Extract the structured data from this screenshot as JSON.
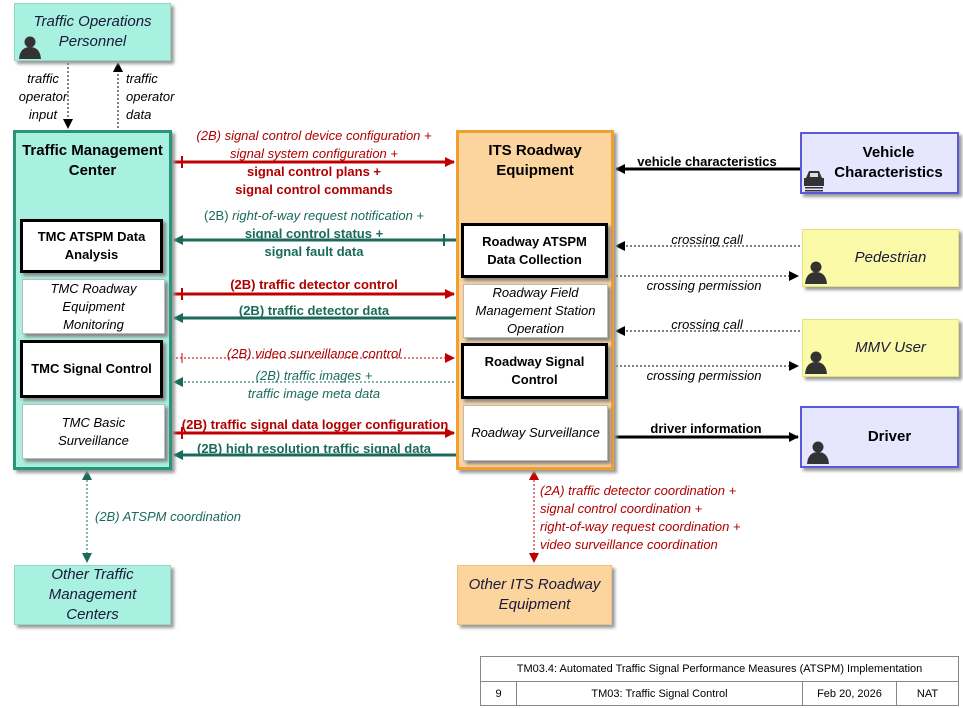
{
  "external": {
    "top_op_line1": "Traffic Operations",
    "top_op_line2": "Personnel",
    "vehicle_line1": "Vehicle",
    "vehicle_line2": "Characteristics",
    "pedestrian": "Pedestrian",
    "mmv_user": "MMV User",
    "driver": "Driver",
    "other_tmc_line1": "Other Traffic",
    "other_tmc_line2": "Management",
    "other_tmc_line3": "Centers",
    "other_its_line1": "Other ITS Roadway",
    "other_its_line2": "Equipment"
  },
  "tmc": {
    "title_line1": "Traffic Management",
    "title_line2": "Center",
    "atspm_line1": "TMC ATSPM Data",
    "atspm_line2": "Analysis",
    "roadway_line1": "TMC Roadway",
    "roadway_line2": "Equipment",
    "roadway_line3": "Monitoring",
    "signal": "TMC Signal Control",
    "surv_line1": "TMC Basic",
    "surv_line2": "Surveillance"
  },
  "its": {
    "title_line1": "ITS Roadway",
    "title_line2": "Equipment",
    "atspm_line1": "Roadway ATSPM",
    "atspm_line2": "Data Collection",
    "field_line1": "Roadway Field",
    "field_line2": "Management Station",
    "field_line3": "Operation",
    "signal_line1": "Roadway Signal",
    "signal_line2": "Control",
    "surv": "Roadway Surveillance"
  },
  "flows": {
    "op_input_1": "traffic",
    "op_input_2": "operator",
    "op_input_3": "input",
    "op_data_1": "traffic",
    "op_data_2": "operator",
    "op_data_3": "data",
    "cfg_prefix": "(2B) ",
    "cfg_1": "signal control device configuration +",
    "cfg_2": "signal system configuration +",
    "cfg_3": "signal control plans +",
    "cfg_4": "signal control commands",
    "row_prefix": "(2B) ",
    "row_1": "right-of-way request notification +",
    "row_2": "signal control status +",
    "row_3": "signal fault data",
    "det_ctrl": "(2B) traffic detector control",
    "det_data": "(2B) traffic detector data",
    "video_ctrl": "(2B) video surveillance control",
    "images_1": "(2B) traffic images +",
    "images_2": "traffic image meta data",
    "logger_cfg": "(2B) traffic signal data logger configuration",
    "hires": "(2B) high resolution traffic signal data",
    "vehicle_char": "vehicle characteristics",
    "crossing_call_1": "crossing call",
    "crossing_perm_1": "crossing permission",
    "crossing_call_2": "crossing call",
    "crossing_perm_2": "crossing permission",
    "driver_info": "driver information",
    "atspm_coord": "(2B) ATSPM coordination",
    "coord_1": "(2A) traffic detector coordination +",
    "coord_2": "signal control coordination +",
    "coord_3": "right-of-way request coordination +",
    "coord_4": "video surveillance coordination"
  },
  "footer": {
    "title": "TM03.4: Automated Traffic Signal Performance Measures (ATSPM) Implementation",
    "page": "9",
    "package": "TM03: Traffic Signal Control",
    "date": "Feb 20, 2026",
    "status": "NAT"
  },
  "colors": {
    "red_flow": "#c00000",
    "green_flow": "#1a6a5a",
    "tmc_fill": "#a8f0e0",
    "its_fill": "#fcd49e",
    "person_fill": "#fbfaa8",
    "driver_border": "#5a5ad8"
  },
  "icons": [
    "person-icon",
    "car-icon"
  ]
}
